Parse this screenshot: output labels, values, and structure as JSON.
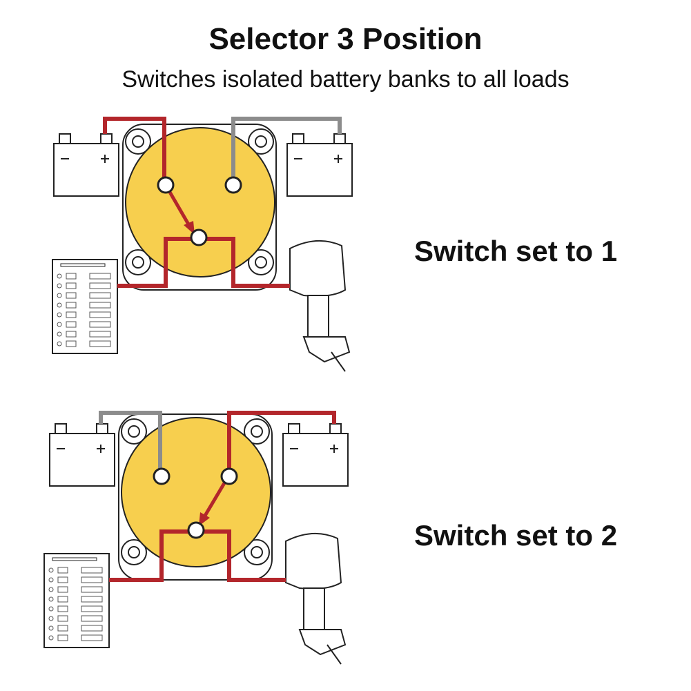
{
  "header": {
    "title": "Selector 3 Position",
    "subtitle": "Switches isolated battery banks to all loads"
  },
  "panels": [
    {
      "label": "Switch set to 1",
      "active_battery": "left"
    },
    {
      "label": "Switch set to 2",
      "active_battery": "right"
    }
  ],
  "colors": {
    "active_wire": "#b3262b",
    "inactive_wire": "#8c8c8c",
    "switch_face": "#f7cf4e",
    "outline": "#222222"
  },
  "icons": [
    "battery-icon",
    "selector-switch-icon",
    "circuit-panel-icon",
    "outboard-motor-icon"
  ]
}
